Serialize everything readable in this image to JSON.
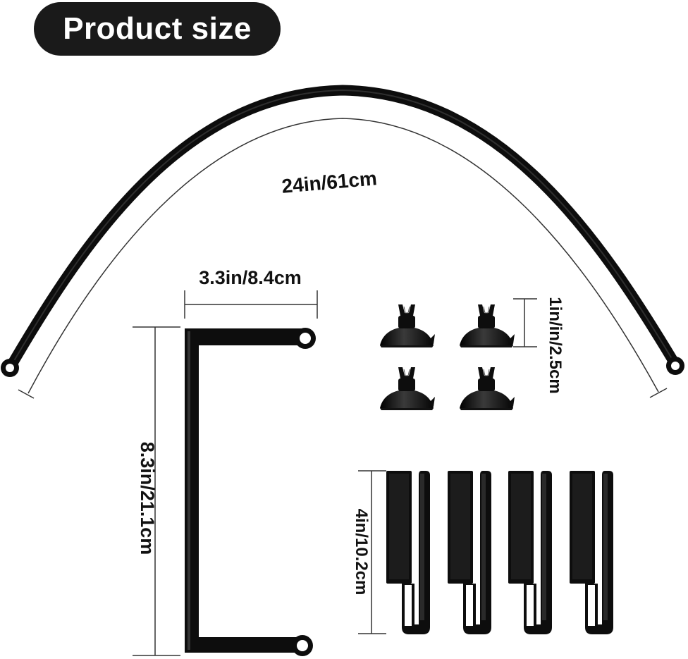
{
  "title": "Product size",
  "colors": {
    "background": "#ffffff",
    "product": "#0d0d0d",
    "dim_line": "#333333",
    "pill": "#1a1a1a",
    "pill_text": "#ffffff"
  },
  "dimensions": {
    "arc_length": "24in/61cm",
    "bracket_width": "3.3in/8.4cm",
    "bracket_height": "8.3in/21.1cm",
    "suction_cup_height": "1in/in/2.5cm",
    "clip_height": "4in/10.2cm"
  },
  "items": {
    "suction_cup_count": 4,
    "clip_count": 4
  }
}
